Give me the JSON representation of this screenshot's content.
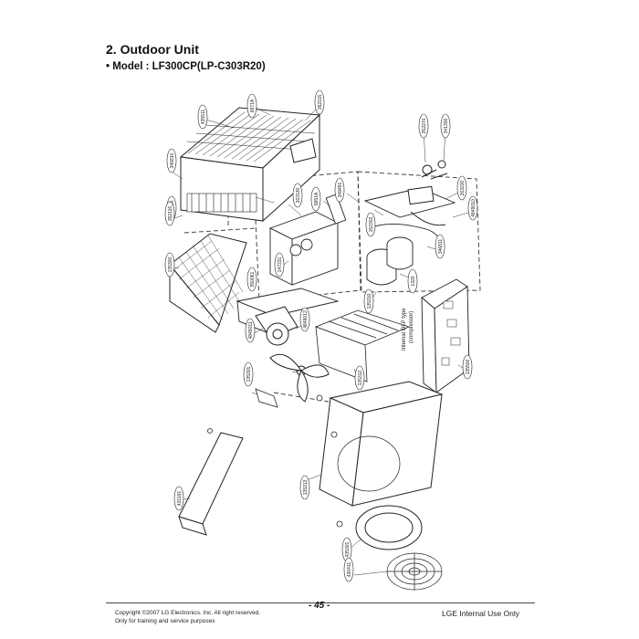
{
  "header": {
    "section_title": "2. Outdoor Unit",
    "model_line": "• Model : LF300CP(LP-C303R20)"
  },
  "diagram": {
    "part_tags": [
      "435511",
      "352115",
      "346810",
      "649030",
      "6871A",
      "263130",
      "5851A",
      "349491",
      "352270",
      "341300",
      "263230",
      "4849010",
      "346811",
      "1320",
      "135310",
      "147231",
      "4849011",
      "4849012",
      "550061",
      "135301",
      "135312",
      "135500",
      "135313",
      "135300",
      "431191",
      "435301",
      "430411",
      "352116",
      "152302"
    ],
    "note": [
      "Internal OLP type",
      "(compressor)"
    ]
  },
  "footer": {
    "copyright_line1": "Copyright ©2007 LG Electronics. Inc. All right reserved.",
    "copyright_line2": "Only for training and service purposes",
    "page_number": "- 45 -",
    "internal_use": "LGE Internal Use Only"
  }
}
